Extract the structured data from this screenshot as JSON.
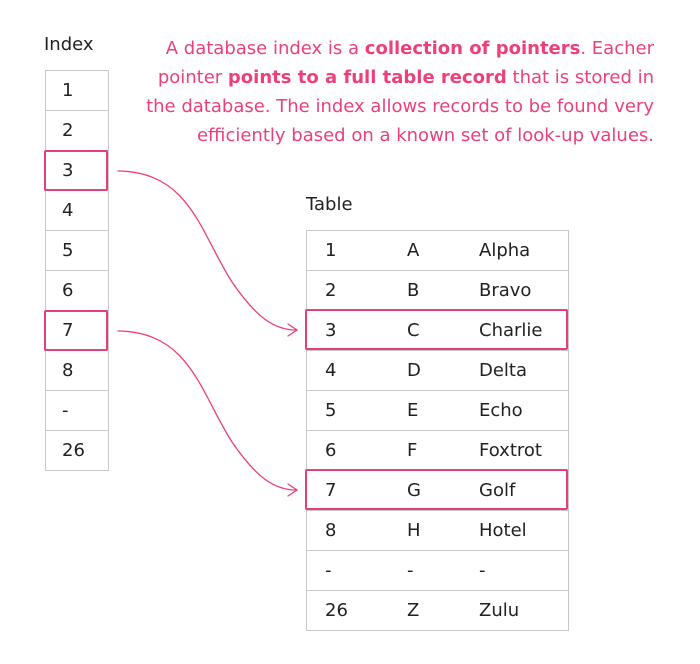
{
  "index": {
    "title": "Index",
    "entries": [
      "1",
      "2",
      "3",
      "4",
      "5",
      "6",
      "7",
      "8",
      "-",
      "26"
    ]
  },
  "table": {
    "title": "Table",
    "rows": [
      {
        "num": "1",
        "letter": "A",
        "name": "Alpha"
      },
      {
        "num": "2",
        "letter": "B",
        "name": "Bravo"
      },
      {
        "num": "3",
        "letter": "C",
        "name": "Charlie"
      },
      {
        "num": "4",
        "letter": "D",
        "name": "Delta"
      },
      {
        "num": "5",
        "letter": "E",
        "name": "Echo"
      },
      {
        "num": "6",
        "letter": "F",
        "name": "Foxtrot"
      },
      {
        "num": "7",
        "letter": "G",
        "name": "Golf"
      },
      {
        "num": "8",
        "letter": "H",
        "name": "Hotel"
      },
      {
        "num": "-",
        "letter": "-",
        "name": "-"
      },
      {
        "num": "26",
        "letter": "Z",
        "name": "Zulu"
      }
    ]
  },
  "caption": {
    "p1": "A database index is a ",
    "b1": "collection of pointers",
    "p2": ". Eacher pointer ",
    "b2": "points to a full table record",
    "p3": " that is stored in the database. The index allows records to be found very efficiently based on a known set of look-up values."
  },
  "highlighted_index_entries": [
    "3",
    "7"
  ],
  "colors": {
    "accent": "#ec3f7c",
    "border": "#c9c9c9",
    "text": "#222222"
  }
}
